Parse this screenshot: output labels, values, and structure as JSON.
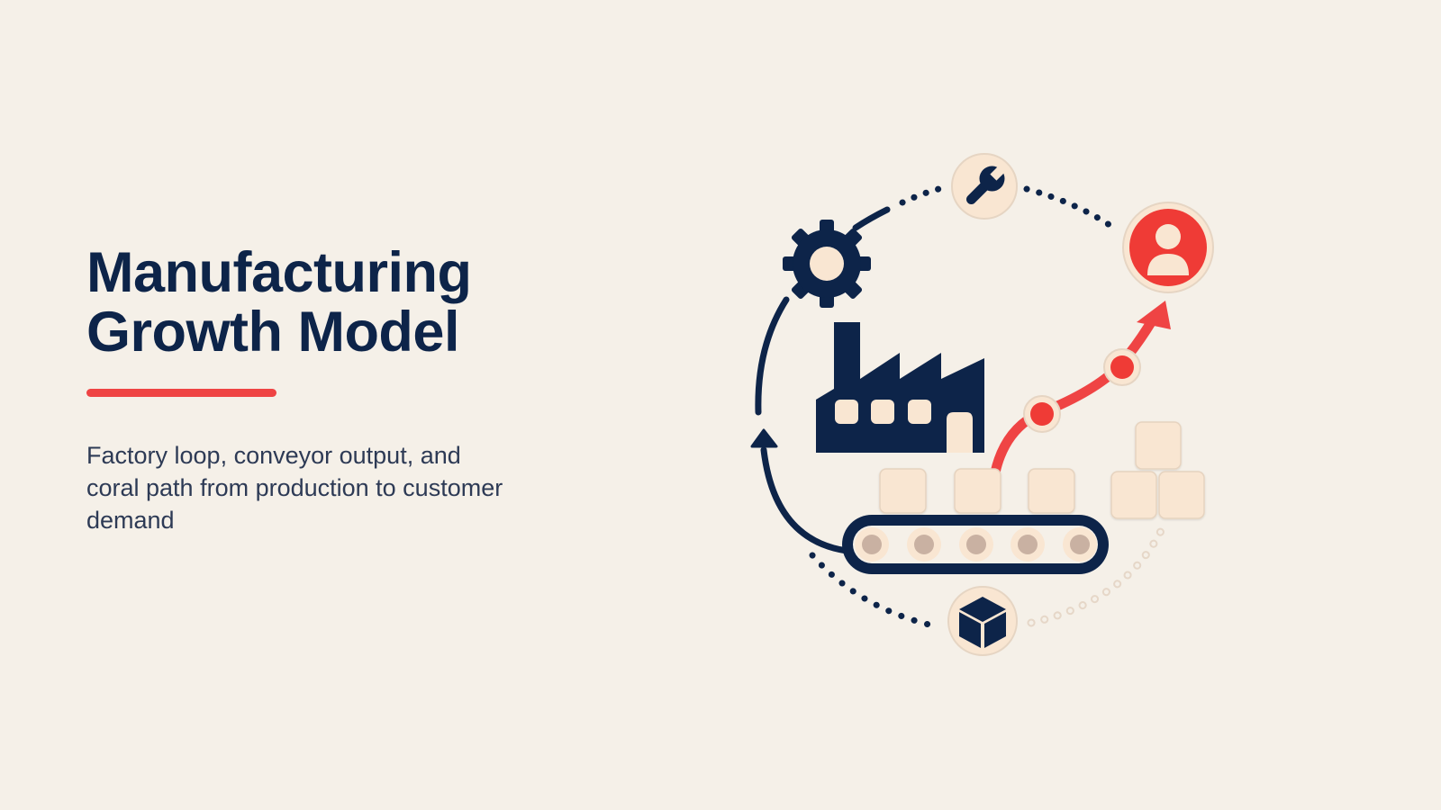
{
  "slide": {
    "title_line1": "Manufacturing",
    "title_line2": "Growth Model",
    "subtitle": "Factory loop, conveyor output, and coral path from production to customer demand"
  },
  "diagram": {
    "nodes": [
      {
        "name": "gear",
        "icon": "gear-icon"
      },
      {
        "name": "wrench",
        "icon": "wrench-icon"
      },
      {
        "name": "customer",
        "icon": "person-icon"
      },
      {
        "name": "factory",
        "icon": "factory-icon"
      },
      {
        "name": "conveyor",
        "icon": "conveyor-icon"
      },
      {
        "name": "package",
        "icon": "box-icon"
      }
    ]
  },
  "colors": {
    "navy": "#0d2449",
    "coral": "#ef4444",
    "background": "#f5f0e8",
    "cream": "#f9e6d2",
    "roller": "#c9b1a2"
  }
}
